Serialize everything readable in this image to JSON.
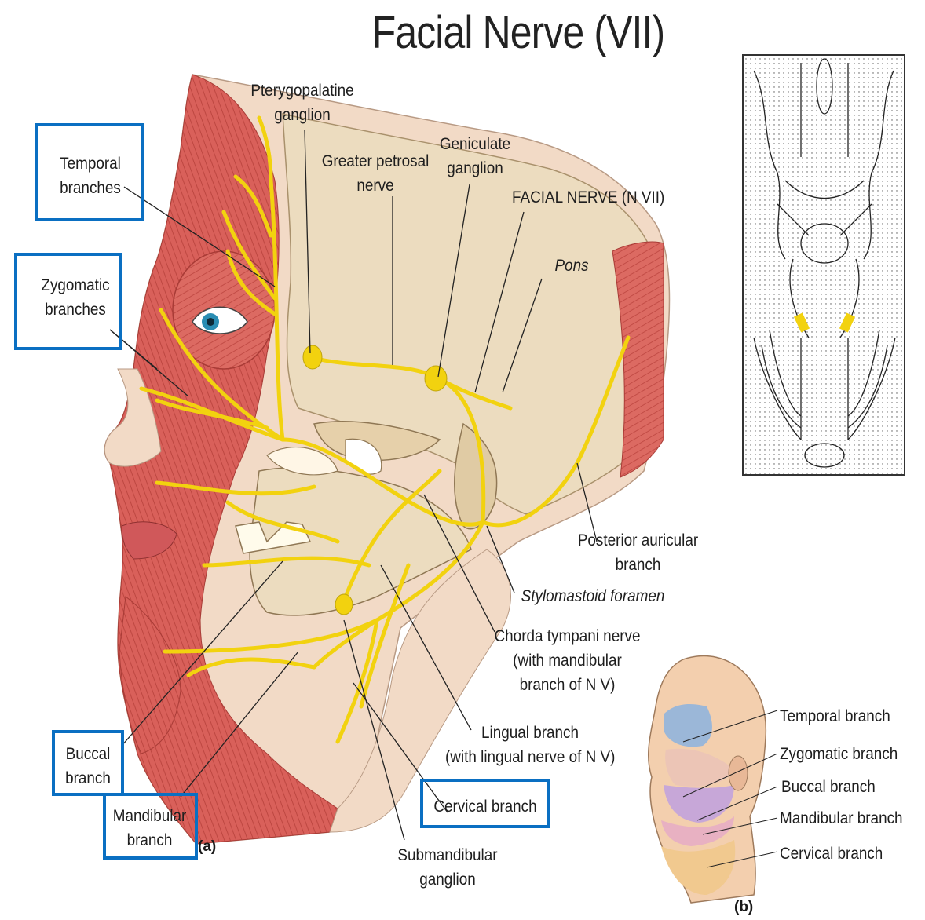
{
  "title": "Facial Nerve (VII)",
  "panel_a_tag": "(a)",
  "panel_b_tag": "(b)",
  "labels": {
    "pterygopalatine": [
      "Pterygopalatine",
      "ganglion"
    ],
    "geniculate": [
      "Geniculate",
      "ganglion"
    ],
    "greater_petrosal": [
      "Greater petrosal",
      "nerve"
    ],
    "facial_nerve": "FACIAL NERVE (N VII)",
    "pons": "Pons",
    "temporal": [
      "Temporal",
      "branches"
    ],
    "zygomatic": [
      "Zygomatic",
      "branches"
    ],
    "posterior_auricular": [
      "Posterior auricular",
      "branch"
    ],
    "stylomastoid": "Stylomastoid foramen",
    "chorda_tympani": [
      "Chorda tympani nerve",
      "(with mandibular",
      "branch of N V)"
    ],
    "lingual": [
      "Lingual branch",
      "(with lingual nerve of N V)"
    ],
    "buccal": [
      "Buccal",
      "branch"
    ],
    "mandibular": [
      "Mandibular",
      "branch"
    ],
    "cervical": "Cervical branch",
    "submandibular": [
      "Submandibular",
      "ganglion"
    ]
  },
  "panel_b_labels": {
    "temporal": "Temporal branch",
    "zygomatic": "Zygomatic branch",
    "buccal": "Buccal branch",
    "mandibular": "Mandibular branch",
    "cervical": "Cervical branch"
  },
  "colors": {
    "nerve": "#f2d20f",
    "muscle": "#d9615a",
    "skin": "#f3d9c4",
    "bone": "#ead9b8",
    "highlight_box": "#0a6fc2"
  }
}
